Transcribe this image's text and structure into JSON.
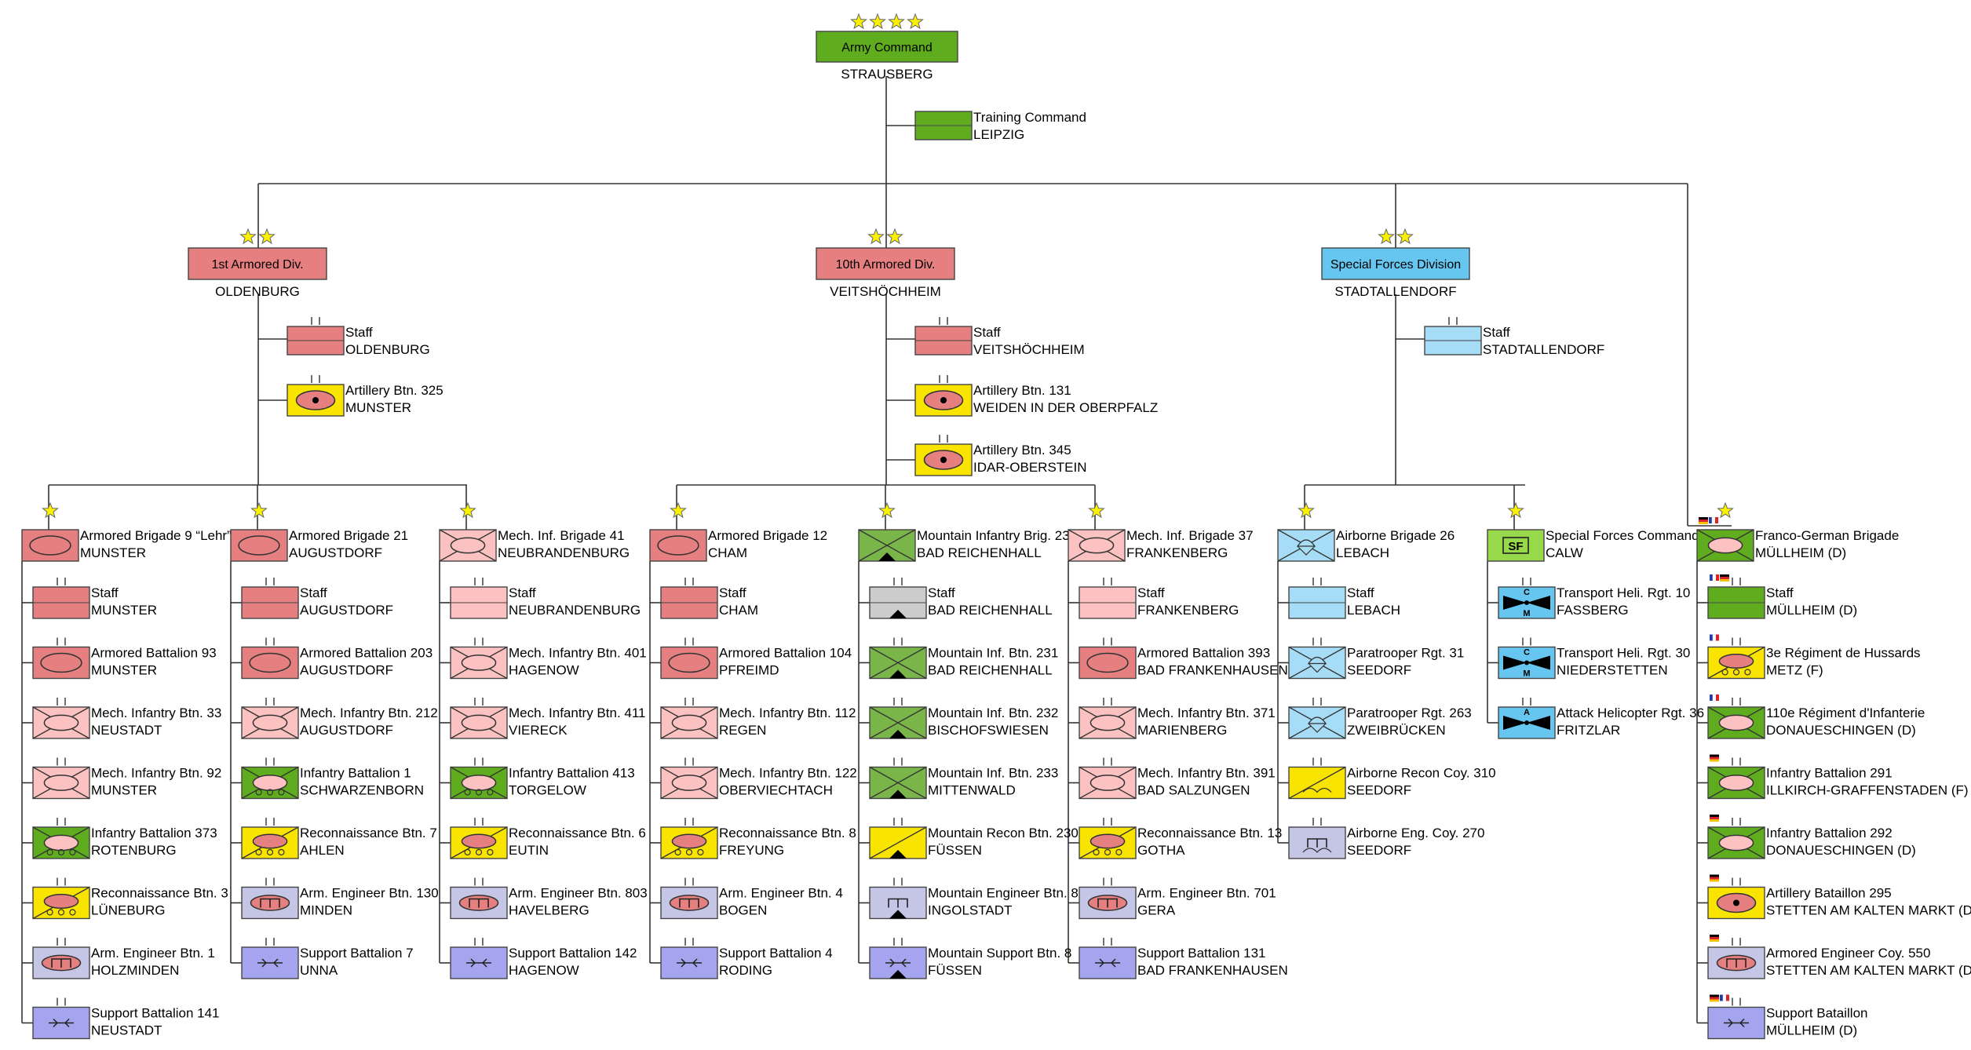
{
  "chart_data": {
    "type": "org-chart",
    "title": "",
    "colors": {
      "army_green": "#5fad1e",
      "armored_red": "#e68080",
      "mech_pink": "#fcc2c2",
      "recon_yellow": "#f9e400",
      "engineer_lavender": "#c5c5e6",
      "support_purple": "#a5a5ef",
      "mountain_green": "#7ab54a",
      "special_blue": "#66c6f0",
      "airborne_lightblue": "#a6dcf5",
      "sf_green": "#98d84b",
      "star_yellow": "#fbf200",
      "line": "#333333"
    },
    "units": [
      {
        "id": "army",
        "name": "Army Command",
        "location": "STRAUSBERG",
        "stars": 4
      },
      {
        "id": "training",
        "name": "Training Command",
        "location": "LEIPZIG"
      },
      {
        "id": "div1",
        "name": "1st Armored Div.",
        "location": "OLDENBURG",
        "stars": 2
      },
      {
        "id": "div10",
        "name": "10th Armored Div.",
        "location": "VEITSHÖCHHEIM",
        "stars": 2
      },
      {
        "id": "dsk",
        "name": "Special Forces Division",
        "location": "STADTALLENDORF",
        "stars": 2
      },
      {
        "id": "d1-staff",
        "name": "Staff",
        "location": "OLDENBURG"
      },
      {
        "id": "d1-art",
        "name": "Artillery Btn. 325",
        "location": "MUNSTER"
      },
      {
        "id": "d10-staff",
        "name": "Staff",
        "location": "VEITSHÖCHHEIM"
      },
      {
        "id": "d10-art1",
        "name": "Artillery Btn. 131",
        "location": "WEIDEN IN DER OBERPFALZ"
      },
      {
        "id": "d10-art2",
        "name": "Artillery Btn. 345",
        "location": "IDAR-OBERSTEIN"
      },
      {
        "id": "dsk-staff",
        "name": "Staff",
        "location": "STADTALLENDORF"
      },
      {
        "id": "b9",
        "name": "Armored Brigade 9 “Lehr”",
        "location": "MUNSTER",
        "stars": 1
      },
      {
        "id": "b21",
        "name": "Armored Brigade 21",
        "location": "AUGUSTDORF",
        "stars": 1
      },
      {
        "id": "b41",
        "name": "Mech. Inf. Brigade 41",
        "location": "NEUBRANDENBURG",
        "stars": 1
      },
      {
        "id": "b12",
        "name": "Armored Brigade 12",
        "location": "CHAM",
        "stars": 1
      },
      {
        "id": "b23",
        "name": "Mountain Infantry Brig. 23",
        "location": "BAD REICHENHALL",
        "stars": 1
      },
      {
        "id": "b37",
        "name": "Mech. Inf. Brigade 37",
        "location": "FRANKENBERG",
        "stars": 1
      },
      {
        "id": "b26",
        "name": "Airborne Brigade 26",
        "location": "LEBACH",
        "stars": 1
      },
      {
        "id": "ksk",
        "name": "Special Forces Command",
        "location": "CALW",
        "stars": 1,
        "symbol_text": "SF"
      },
      {
        "id": "dfb",
        "name": "Franco-German Brigade",
        "location": "MÜLLHEIM (D)",
        "stars": 1
      },
      {
        "id": "b9-1",
        "name": "Staff",
        "location": "MUNSTER"
      },
      {
        "id": "b9-2",
        "name": "Armored Battalion 93",
        "location": "MUNSTER"
      },
      {
        "id": "b9-3",
        "name": "Mech. Infantry Btn. 33",
        "location": "NEUSTADT"
      },
      {
        "id": "b9-4",
        "name": "Mech. Infantry Btn. 92",
        "location": "MUNSTER"
      },
      {
        "id": "b9-5",
        "name": "Infantry Battalion 373",
        "location": "ROTENBURG"
      },
      {
        "id": "b9-6",
        "name": "Reconnaissance Btn. 3",
        "location": "LÜNEBURG"
      },
      {
        "id": "b9-7",
        "name": "Arm. Engineer Btn. 1",
        "location": "HOLZMINDEN"
      },
      {
        "id": "b9-8",
        "name": "Support Battalion 141",
        "location": "NEUSTADT"
      },
      {
        "id": "b21-1",
        "name": "Staff",
        "location": "AUGUSTDORF"
      },
      {
        "id": "b21-2",
        "name": "Armored Battalion 203",
        "location": "AUGUSTDORF"
      },
      {
        "id": "b21-3",
        "name": "Mech. Infantry Btn. 212",
        "location": "AUGUSTDORF"
      },
      {
        "id": "b21-4",
        "name": "Infantry Battalion 1",
        "location": "SCHWARZENBORN"
      },
      {
        "id": "b21-5",
        "name": "Reconnaissance Btn. 7",
        "location": "AHLEN"
      },
      {
        "id": "b21-6",
        "name": "Arm. Engineer Btn. 130",
        "location": "MINDEN"
      },
      {
        "id": "b21-7",
        "name": "Support Battalion 7",
        "location": "UNNA"
      },
      {
        "id": "b41-1",
        "name": "Staff",
        "location": "NEUBRANDENBURG"
      },
      {
        "id": "b41-2",
        "name": "Mech. Infantry Btn. 401",
        "location": "HAGENOW"
      },
      {
        "id": "b41-3",
        "name": "Mech. Infantry Btn. 411",
        "location": "VIERECK"
      },
      {
        "id": "b41-4",
        "name": "Infantry Battalion 413",
        "location": "TORGELOW"
      },
      {
        "id": "b41-5",
        "name": "Reconnaissance Btn. 6",
        "location": "EUTIN"
      },
      {
        "id": "b41-6",
        "name": "Arm. Engineer Btn. 803",
        "location": "HAVELBERG"
      },
      {
        "id": "b41-7",
        "name": "Support Battalion 142",
        "location": "HAGENOW"
      },
      {
        "id": "b12-1",
        "name": "Staff",
        "location": "CHAM"
      },
      {
        "id": "b12-2",
        "name": "Armored Battalion 104",
        "location": "PFREIMD"
      },
      {
        "id": "b12-3",
        "name": "Mech. Infantry Btn. 112",
        "location": "REGEN"
      },
      {
        "id": "b12-4",
        "name": "Mech. Infantry Btn. 122",
        "location": "OBERVIECHTACH"
      },
      {
        "id": "b12-5",
        "name": "Reconnaissance Btn. 8",
        "location": "FREYUNG"
      },
      {
        "id": "b12-6",
        "name": "Arm. Engineer Btn. 4",
        "location": "BOGEN"
      },
      {
        "id": "b12-7",
        "name": "Support Battalion 4",
        "location": "RODING"
      },
      {
        "id": "b23-1",
        "name": "Staff",
        "location": "BAD REICHENHALL"
      },
      {
        "id": "b23-2",
        "name": "Mountain Inf. Btn. 231",
        "location": "BAD REICHENHALL"
      },
      {
        "id": "b23-3",
        "name": "Mountain Inf. Btn. 232",
        "location": "BISCHOFSWIESEN"
      },
      {
        "id": "b23-4",
        "name": "Mountain Inf. Btn. 233",
        "location": "MITTENWALD"
      },
      {
        "id": "b23-5",
        "name": "Mountain Recon Btn. 230",
        "location": "FÜSSEN"
      },
      {
        "id": "b23-6",
        "name": "Mountain Engineer Btn. 8",
        "location": "INGOLSTADT"
      },
      {
        "id": "b23-7",
        "name": "Mountain Support Btn. 8",
        "location": "FÜSSEN"
      },
      {
        "id": "b37-1",
        "name": "Staff",
        "location": "FRANKENBERG"
      },
      {
        "id": "b37-2",
        "name": "Armored Battalion 393",
        "location": "BAD FRANKENHAUSEN"
      },
      {
        "id": "b37-3",
        "name": "Mech. Infantry Btn. 371",
        "location": "MARIENBERG"
      },
      {
        "id": "b37-4",
        "name": "Mech. Infantry Btn. 391",
        "location": "BAD SALZUNGEN"
      },
      {
        "id": "b37-5",
        "name": "Reconnaissance Btn. 13",
        "location": "GOTHA"
      },
      {
        "id": "b37-6",
        "name": "Arm. Engineer Btn.  701",
        "location": "GERA"
      },
      {
        "id": "b37-7",
        "name": "Support Battalion 131",
        "location": "BAD FRANKENHAUSEN"
      },
      {
        "id": "b26-1",
        "name": "Staff",
        "location": "LEBACH"
      },
      {
        "id": "b26-2",
        "name": "Paratrooper Rgt. 31",
        "location": "SEEDORF"
      },
      {
        "id": "b26-3",
        "name": "Paratrooper Rgt. 263",
        "location": "ZWEIBRÜCKEN"
      },
      {
        "id": "b26-4",
        "name": "Airborne Recon Coy. 310",
        "location": "SEEDORF"
      },
      {
        "id": "b26-5",
        "name": "Airborne Eng. Coy. 270",
        "location": "SEEDORF"
      },
      {
        "id": "ksk-1",
        "name": "Transport Heli. Rgt. 10",
        "location": "FASSBERG",
        "symbol_text": [
          "C",
          "M"
        ]
      },
      {
        "id": "ksk-2",
        "name": "Transport Heli. Rgt. 30",
        "location": "NIEDERSTETTEN",
        "symbol_text": [
          "C",
          "M"
        ]
      },
      {
        "id": "ksk-3",
        "name": "Attack Helicopter Rgt. 36",
        "location": "FRITZLAR",
        "symbol_text": [
          "A"
        ]
      },
      {
        "id": "dfb-1",
        "name": "Staff",
        "location": "MÜLLHEIM (D)"
      },
      {
        "id": "dfb-2",
        "name": "3e Régiment de Hussards",
        "location": "METZ (F)"
      },
      {
        "id": "dfb-3",
        "name": "110e Régiment d'Infanterie",
        "location": "DONAUESCHINGEN (D)"
      },
      {
        "id": "dfb-4",
        "name": "Infantry Battalion 291",
        "location": "ILLKIRCH-GRAFFENSTADEN (F)"
      },
      {
        "id": "dfb-5",
        "name": "Infantry Battalion 292",
        "location": "DONAUESCHINGEN (D)"
      },
      {
        "id": "dfb-6",
        "name": "Artillery Bataillon 295",
        "location": "STETTEN AM KALTEN MARKT (D)"
      },
      {
        "id": "dfb-7",
        "name": "Armored Engineer Coy. 550",
        "location": "STETTEN AM KALTEN MARKT (D)"
      },
      {
        "id": "dfb-8",
        "name": "Support Bataillon",
        "location": "MÜLLHEIM (D)"
      }
    ],
    "edges": [
      [
        "army",
        "training"
      ],
      [
        "army",
        "div1"
      ],
      [
        "army",
        "div10"
      ],
      [
        "army",
        "dsk"
      ],
      [
        "army",
        "dfb"
      ],
      [
        "div1",
        "d1-staff"
      ],
      [
        "div1",
        "d1-art"
      ],
      [
        "div1",
        "b9"
      ],
      [
        "div1",
        "b21"
      ],
      [
        "div1",
        "b41"
      ],
      [
        "div10",
        "d10-staff"
      ],
      [
        "div10",
        "d10-art1"
      ],
      [
        "div10",
        "d10-art2"
      ],
      [
        "div10",
        "b12"
      ],
      [
        "div10",
        "b23"
      ],
      [
        "div10",
        "b37"
      ],
      [
        "dsk",
        "dsk-staff"
      ],
      [
        "dsk",
        "b26"
      ],
      [
        "dsk",
        "ksk"
      ],
      [
        "b9",
        "b9-1"
      ],
      [
        "b9",
        "b9-2"
      ],
      [
        "b9",
        "b9-3"
      ],
      [
        "b9",
        "b9-4"
      ],
      [
        "b9",
        "b9-5"
      ],
      [
        "b9",
        "b9-6"
      ],
      [
        "b9",
        "b9-7"
      ],
      [
        "b9",
        "b9-8"
      ],
      [
        "b21",
        "b21-1"
      ],
      [
        "b21",
        "b21-2"
      ],
      [
        "b21",
        "b21-3"
      ],
      [
        "b21",
        "b21-4"
      ],
      [
        "b21",
        "b21-5"
      ],
      [
        "b21",
        "b21-6"
      ],
      [
        "b21",
        "b21-7"
      ],
      [
        "b41",
        "b41-1"
      ],
      [
        "b41",
        "b41-2"
      ],
      [
        "b41",
        "b41-3"
      ],
      [
        "b41",
        "b41-4"
      ],
      [
        "b41",
        "b41-5"
      ],
      [
        "b41",
        "b41-6"
      ],
      [
        "b41",
        "b41-7"
      ],
      [
        "b12",
        "b12-1"
      ],
      [
        "b12",
        "b12-2"
      ],
      [
        "b12",
        "b12-3"
      ],
      [
        "b12",
        "b12-4"
      ],
      [
        "b12",
        "b12-5"
      ],
      [
        "b12",
        "b12-6"
      ],
      [
        "b12",
        "b12-7"
      ],
      [
        "b23",
        "b23-1"
      ],
      [
        "b23",
        "b23-2"
      ],
      [
        "b23",
        "b23-3"
      ],
      [
        "b23",
        "b23-4"
      ],
      [
        "b23",
        "b23-5"
      ],
      [
        "b23",
        "b23-6"
      ],
      [
        "b23",
        "b23-7"
      ],
      [
        "b37",
        "b37-1"
      ],
      [
        "b37",
        "b37-2"
      ],
      [
        "b37",
        "b37-3"
      ],
      [
        "b37",
        "b37-4"
      ],
      [
        "b37",
        "b37-5"
      ],
      [
        "b37",
        "b37-6"
      ],
      [
        "b37",
        "b37-7"
      ],
      [
        "b26",
        "b26-1"
      ],
      [
        "b26",
        "b26-2"
      ],
      [
        "b26",
        "b26-3"
      ],
      [
        "b26",
        "b26-4"
      ],
      [
        "b26",
        "b26-5"
      ],
      [
        "ksk",
        "ksk-1"
      ],
      [
        "ksk",
        "ksk-2"
      ],
      [
        "ksk",
        "ksk-3"
      ],
      [
        "dfb",
        "dfb-1"
      ],
      [
        "dfb",
        "dfb-2"
      ],
      [
        "dfb",
        "dfb-3"
      ],
      [
        "dfb",
        "dfb-4"
      ],
      [
        "dfb",
        "dfb-5"
      ],
      [
        "dfb",
        "dfb-6"
      ],
      [
        "dfb",
        "dfb-7"
      ],
      [
        "dfb",
        "dfb-8"
      ]
    ]
  }
}
